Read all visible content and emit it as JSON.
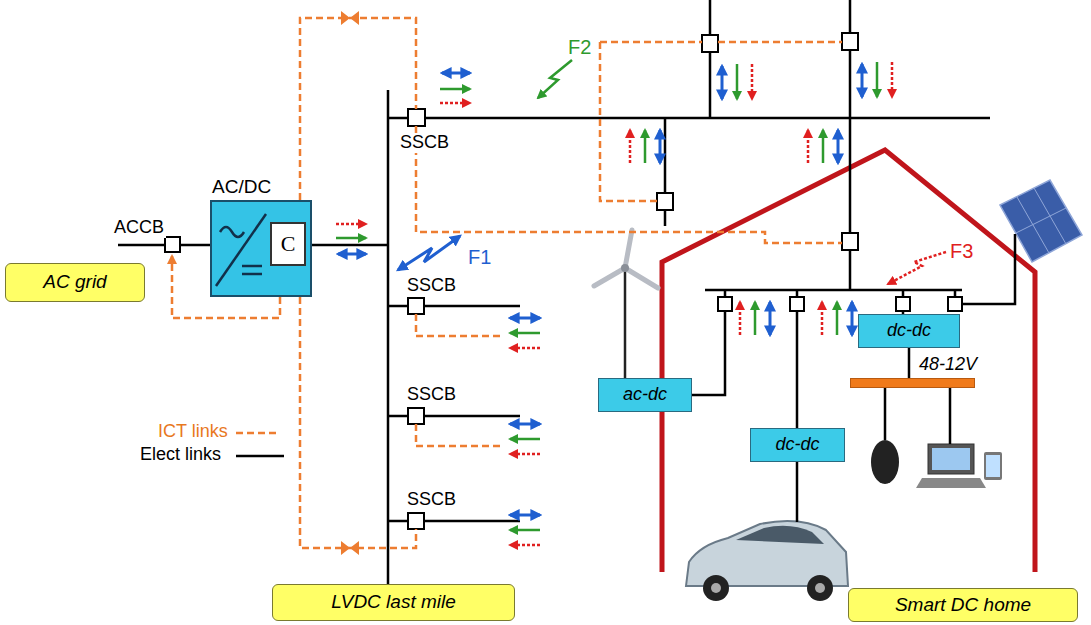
{
  "diagram": {
    "nodes": [
      {
        "text": [
          "AC grid"
        ]
      },
      {
        "text": [
          "AC/DC"
        ]
      },
      {
        "text": [
          "C"
        ],
        "in": 1
      },
      {
        "text": [
          "ac-dc"
        ]
      },
      {
        "text": [
          "dc-dc"
        ]
      },
      {
        "text": [
          "dc-dc"
        ]
      },
      {
        "text": [
          "48-12V"
        ]
      },
      {
        "text": [
          "LVDC last mile"
        ]
      },
      {
        "text": [
          "Smart DC home"
        ]
      }
    ],
    "edges": [
      {
        "from": 4,
        "to": 6,
        "arrow": "none"
      }
    ],
    "labels": [
      "ACCB",
      "SSCB",
      "SSCB",
      "SSCB",
      "SSCB",
      "F1",
      "F2",
      "F3"
    ],
    "legend": [
      {
        "text": "ICT links"
      },
      {
        "text": "Elect links"
      }
    ]
  }
}
